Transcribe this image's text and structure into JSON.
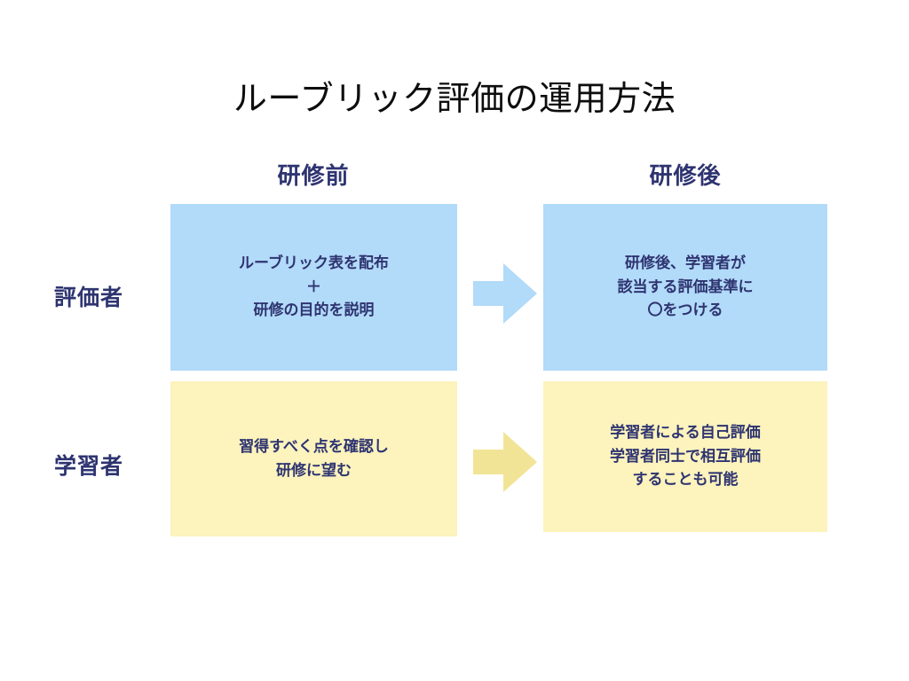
{
  "slide": {
    "title": "ルーブリック評価の運用方法",
    "background_color": "#ffffff",
    "text_color": "#2e3470",
    "title_color": "#0d0d0d"
  },
  "columns": [
    {
      "id": "before",
      "label": "研修前"
    },
    {
      "id": "after",
      "label": "研修後"
    }
  ],
  "rows": [
    {
      "id": "evaluator",
      "label": "評価者",
      "accent_color": "#b2daf9"
    },
    {
      "id": "learner",
      "label": "学習者",
      "accent_color": "#fcf3bd"
    }
  ],
  "cells": {
    "evaluator_before": {
      "text": "ルーブリック表を配布\n＋\n研修の目的を説明",
      "fill": "#b2daf9"
    },
    "evaluator_after": {
      "text": "研修後、学習者が\n該当する評価基準に\n〇をつける",
      "fill": "#b2daf9"
    },
    "learner_before": {
      "text": "習得すべく点を確認し\n研修に望む",
      "fill": "#fcf3bd"
    },
    "learner_after": {
      "text": "学習者による自己評価\n学習者同士で相互評価\nすることも可能",
      "fill": "#fcf3bd"
    }
  },
  "arrows": [
    {
      "id": "evaluator-flow",
      "direction": "right",
      "color": "#b2daf9"
    },
    {
      "id": "learner-flow",
      "direction": "right",
      "color": "#f2e497"
    }
  ]
}
